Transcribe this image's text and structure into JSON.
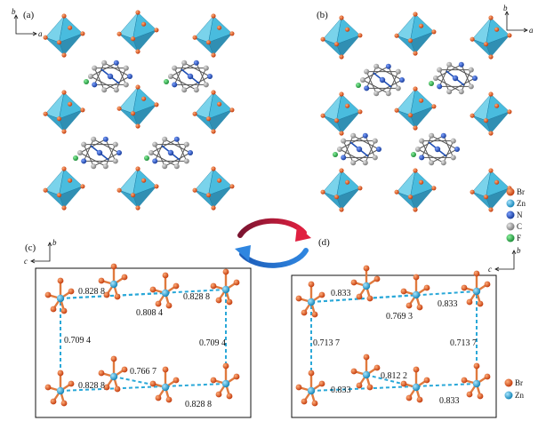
{
  "panels": {
    "a": {
      "label": "(a)",
      "axis_up": "b",
      "axis_right": "a"
    },
    "b": {
      "label": "(b)",
      "axis_up": "b",
      "axis_right": "a"
    },
    "c": {
      "label": "(c)",
      "axis_up": "b",
      "axis_left": "c",
      "distances": [
        "0.828 8",
        "0.808 4",
        "0.828 8",
        "0.709 4",
        "0.709 4",
        "0.766 7",
        "0.828 8",
        "0.828 8"
      ]
    },
    "d": {
      "label": "(d)",
      "axis_up": "b",
      "axis_left": "c",
      "distances": [
        "0.833",
        "0.769 3",
        "0.833",
        "0.713 7",
        "0.713 7",
        "0.812 2",
        "0.833",
        "0.833"
      ]
    }
  },
  "legend_top": [
    {
      "symbol": "Br",
      "color": "#e0541e"
    },
    {
      "symbol": "Zn",
      "color": "#2aa8d8"
    },
    {
      "symbol": "N",
      "color": "#1f4fb5"
    },
    {
      "symbol": "C",
      "color": "#9a9a9a"
    },
    {
      "symbol": "F",
      "color": "#27b04a"
    }
  ],
  "legend_bottom": [
    {
      "symbol": "Br",
      "color": "#e0541e"
    },
    {
      "symbol": "Zn",
      "color": "#2aa8d8"
    }
  ],
  "colors": {
    "octahedron": "#35b5d8",
    "bond_dash": "#2aa8d8",
    "cation_ring": "#3a3a3a"
  }
}
